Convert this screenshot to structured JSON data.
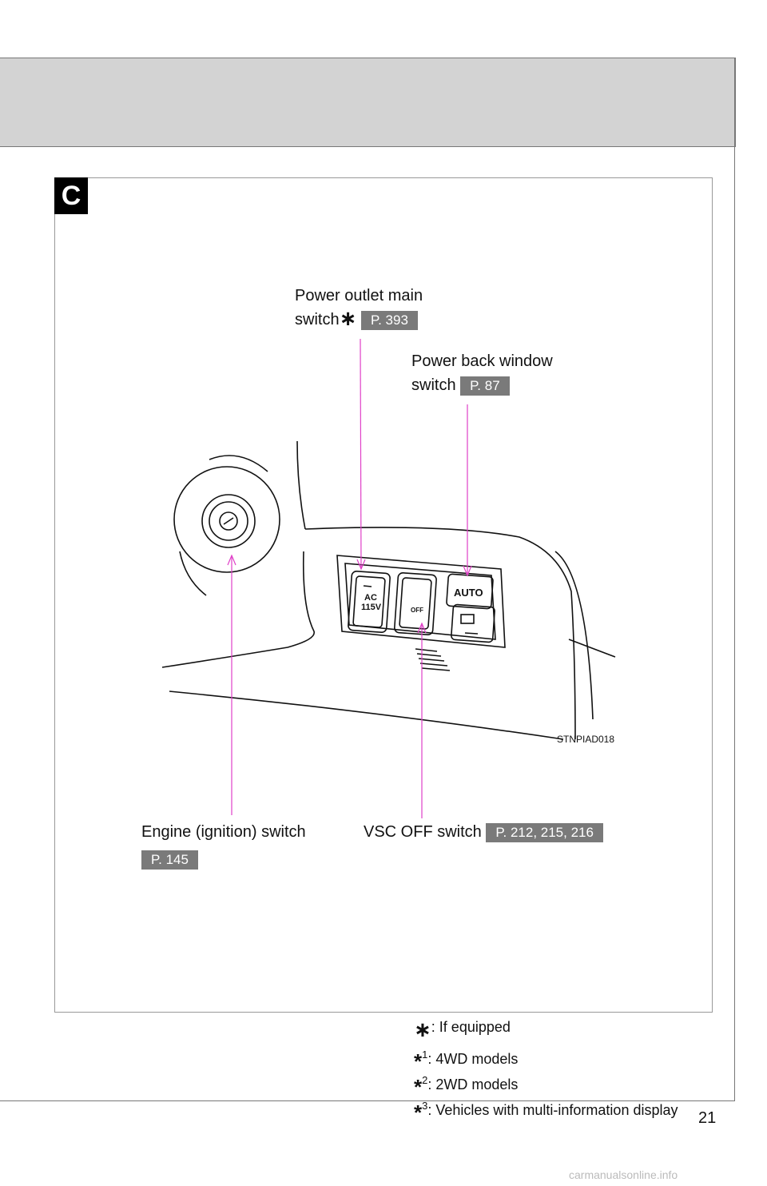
{
  "section": {
    "letter": "C"
  },
  "labels": {
    "power_outlet": {
      "line1": "Power outlet main",
      "line2": "switch",
      "ref": "P. 393"
    },
    "power_back_window": {
      "line1": "Power back window",
      "line2": "switch",
      "ref": "P. 87"
    },
    "engine_switch": {
      "text": "Engine (ignition) switch",
      "ref": "P. 145"
    },
    "vsc_off": {
      "text": "VSC OFF switch",
      "ref": "P. 212, 215, 216"
    }
  },
  "figure": {
    "code": "STNPIAD018",
    "switch_texts": {
      "ac": "AC",
      "voltage": "115V",
      "off": "OFF",
      "auto": "AUTO"
    }
  },
  "footnotes": [
    {
      "mark": "∗",
      "sup": "",
      "text": ": If equipped"
    },
    {
      "mark": "*",
      "sup": "1",
      "text": ": 4WD models"
    },
    {
      "mark": "*",
      "sup": "2",
      "text": ": 2WD models"
    },
    {
      "mark": "*",
      "sup": "3",
      "text": ": Vehicles with multi-information display"
    }
  ],
  "page_number": "21",
  "watermark": "carmanualsonline.info",
  "colors": {
    "header_band": "#d3d3d3",
    "ref_badge": "#7a7a7a",
    "leader_lines": "#e040c8"
  }
}
